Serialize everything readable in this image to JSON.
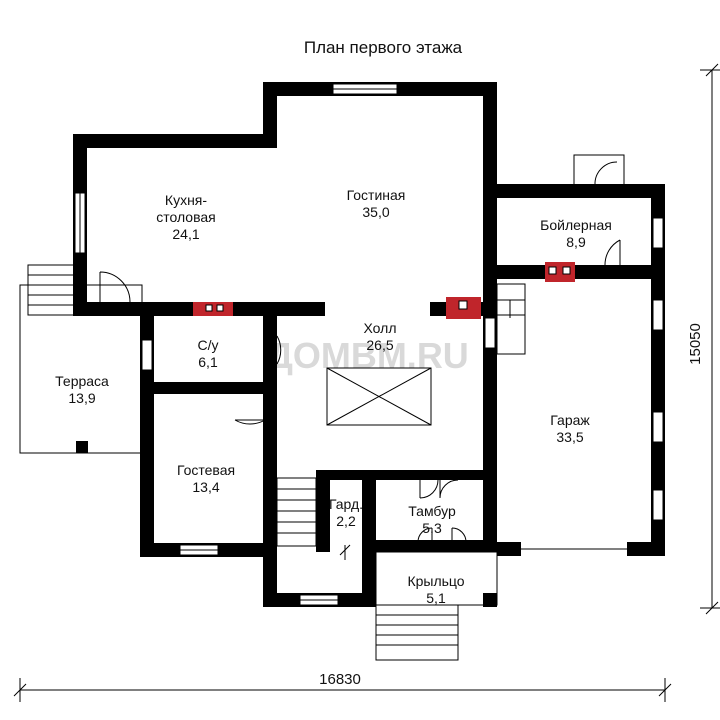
{
  "title": "План первого этажа",
  "watermark": "ДОМВМ.RU",
  "dimensions": {
    "width": "16830",
    "height": "15050"
  },
  "rooms": [
    {
      "id": "kitchen",
      "name": "Кухня-",
      "name2": "столовая",
      "area": "24,1"
    },
    {
      "id": "living",
      "name": "Гостиная",
      "area": "35,0"
    },
    {
      "id": "boiler",
      "name": "Бойлерная",
      "area": "8,9"
    },
    {
      "id": "bath",
      "name": "С/у",
      "area": "6,1"
    },
    {
      "id": "hall",
      "name": "Холл",
      "area": "26,5"
    },
    {
      "id": "terrace",
      "name": "Терраса",
      "area": "13,9"
    },
    {
      "id": "garage",
      "name": "Гараж",
      "area": "33,5"
    },
    {
      "id": "guest",
      "name": "Гостевая",
      "area": "13,4"
    },
    {
      "id": "wardrobe",
      "name": "Гард.",
      "area": "2,2"
    },
    {
      "id": "vestibule",
      "name": "Тамбур",
      "area": "5,3"
    },
    {
      "id": "porch",
      "name": "Крыльцо",
      "area": "5,1"
    }
  ]
}
